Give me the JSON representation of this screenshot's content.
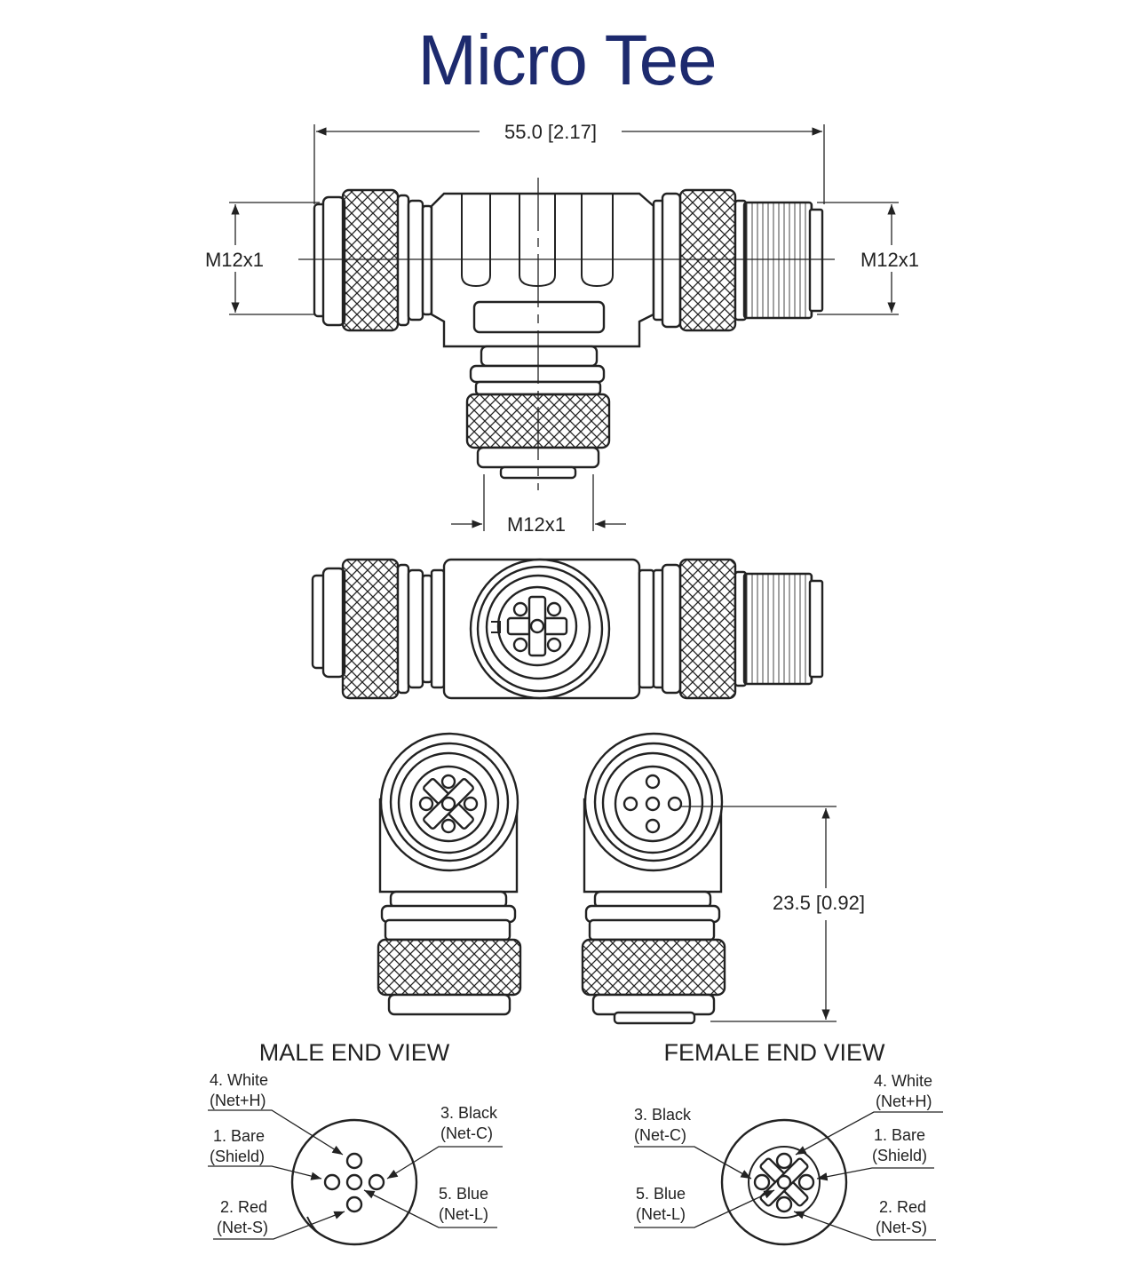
{
  "title": "Micro Tee",
  "dimensions": {
    "overall_length": "55.0 [2.17]",
    "left_thread": "M12x1",
    "right_thread": "M12x1",
    "bottom_thread": "M12x1",
    "height": "23.5 [0.92]"
  },
  "views": {
    "male_end_view": "MALE END VIEW",
    "female_end_view": "FEMALE END VIEW"
  },
  "male_pins": {
    "pin4_a": "4. White",
    "pin4_b": "(Net+H)",
    "pin1_a": "1. Bare",
    "pin1_b": "(Shield)",
    "pin2_a": "2. Red",
    "pin2_b": "(Net-S)",
    "pin3_a": "3. Black",
    "pin3_b": "(Net-C)",
    "pin5_a": "5. Blue",
    "pin5_b": "(Net-L)"
  },
  "female_pins": {
    "pin3_a": "3. Black",
    "pin3_b": "(Net-C)",
    "pin5_a": "5. Blue",
    "pin5_b": "(Net-L)",
    "pin4_a": "4. White",
    "pin4_b": "(Net+H)",
    "pin1_a": "1. Bare",
    "pin1_b": "(Shield)",
    "pin2_a": "2. Red",
    "pin2_b": "(Net-S)"
  },
  "colors": {
    "title": "#1d2a6e",
    "line": "#222222"
  }
}
